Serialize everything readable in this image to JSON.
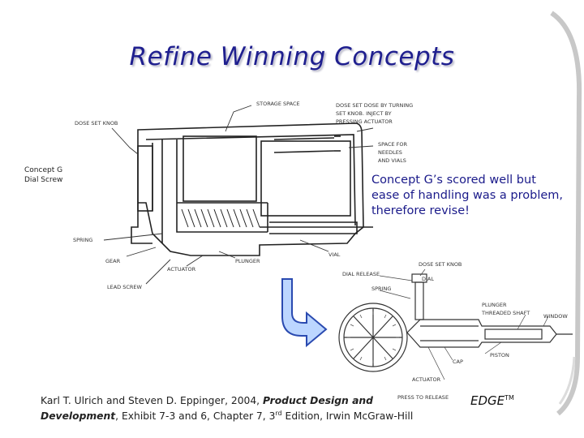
{
  "slide": {
    "title": "Refine Winning Concepts",
    "note": "Concept G’s scored well but ease of handling was a problem, therefore revise!",
    "credit": {
      "line1_plain": "Karl T. Ulrich and Steven D. Eppinger, 2004, ",
      "line1_bold": "Product Design and",
      "line2_bold": "Development",
      "line2_plain": ", Exhibit 7-3 and 6, Chapter 7, 3",
      "line2_sup": "rd",
      "line2_end": " Edition, Irwin McGraw-Hill"
    },
    "edge_logo": "EDGE",
    "edge_tm": "TM",
    "top_sketch_labels": {
      "concept": "Concept G",
      "dial": "Dial Screw",
      "dose_set_knob": "DOSE SET KNOB",
      "storage_space": "STORAGE SPACE",
      "dose_set": "DOSE SET DOSE BY TURNING",
      "set_knob": "SET KNOB. INJECT BY",
      "pressing": "PRESSING ACTUATOR",
      "space_for": "SPACE FOR",
      "needles": "NEEDLES",
      "and_vials": "AND VIALS",
      "spring": "SPRING",
      "gear": "GEAR",
      "plunger": "PLUNGER",
      "vial": "VIAL",
      "actuator": "ACTUATOR",
      "lead_screw": "LEAD SCREW"
    },
    "bottom_sketch_labels": {
      "dose_set_knob": "DOSE SET KNOB",
      "dial_release": "DIAL RELEASE",
      "dial": "DIAL",
      "spring": "SPRING",
      "plunger": "PLUNGER",
      "threaded_shaft": "THREADED SHAFT",
      "window": "WINDOW",
      "cap": "CAP",
      "piston": "PISTON",
      "actuator": "ACTUATOR",
      "press_release": "PRESS TO RELEASE"
    }
  }
}
